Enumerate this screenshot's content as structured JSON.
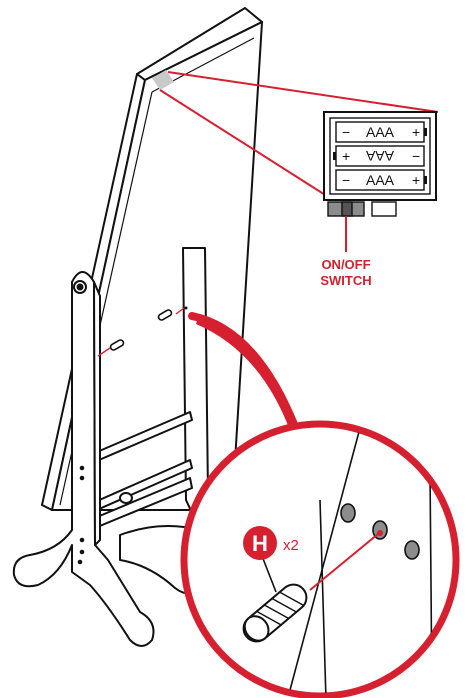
{
  "callouts": {
    "switch_line1": "ON/OFF",
    "switch_line2": "SWITCH",
    "part_letter": "H",
    "part_qty": "x2"
  },
  "battery": {
    "label": "AAA",
    "plus": "+",
    "minus": "−",
    "count": 3
  },
  "colors": {
    "accent": "#d6202f",
    "line": "#111111",
    "grey": "#8c8c8c"
  }
}
